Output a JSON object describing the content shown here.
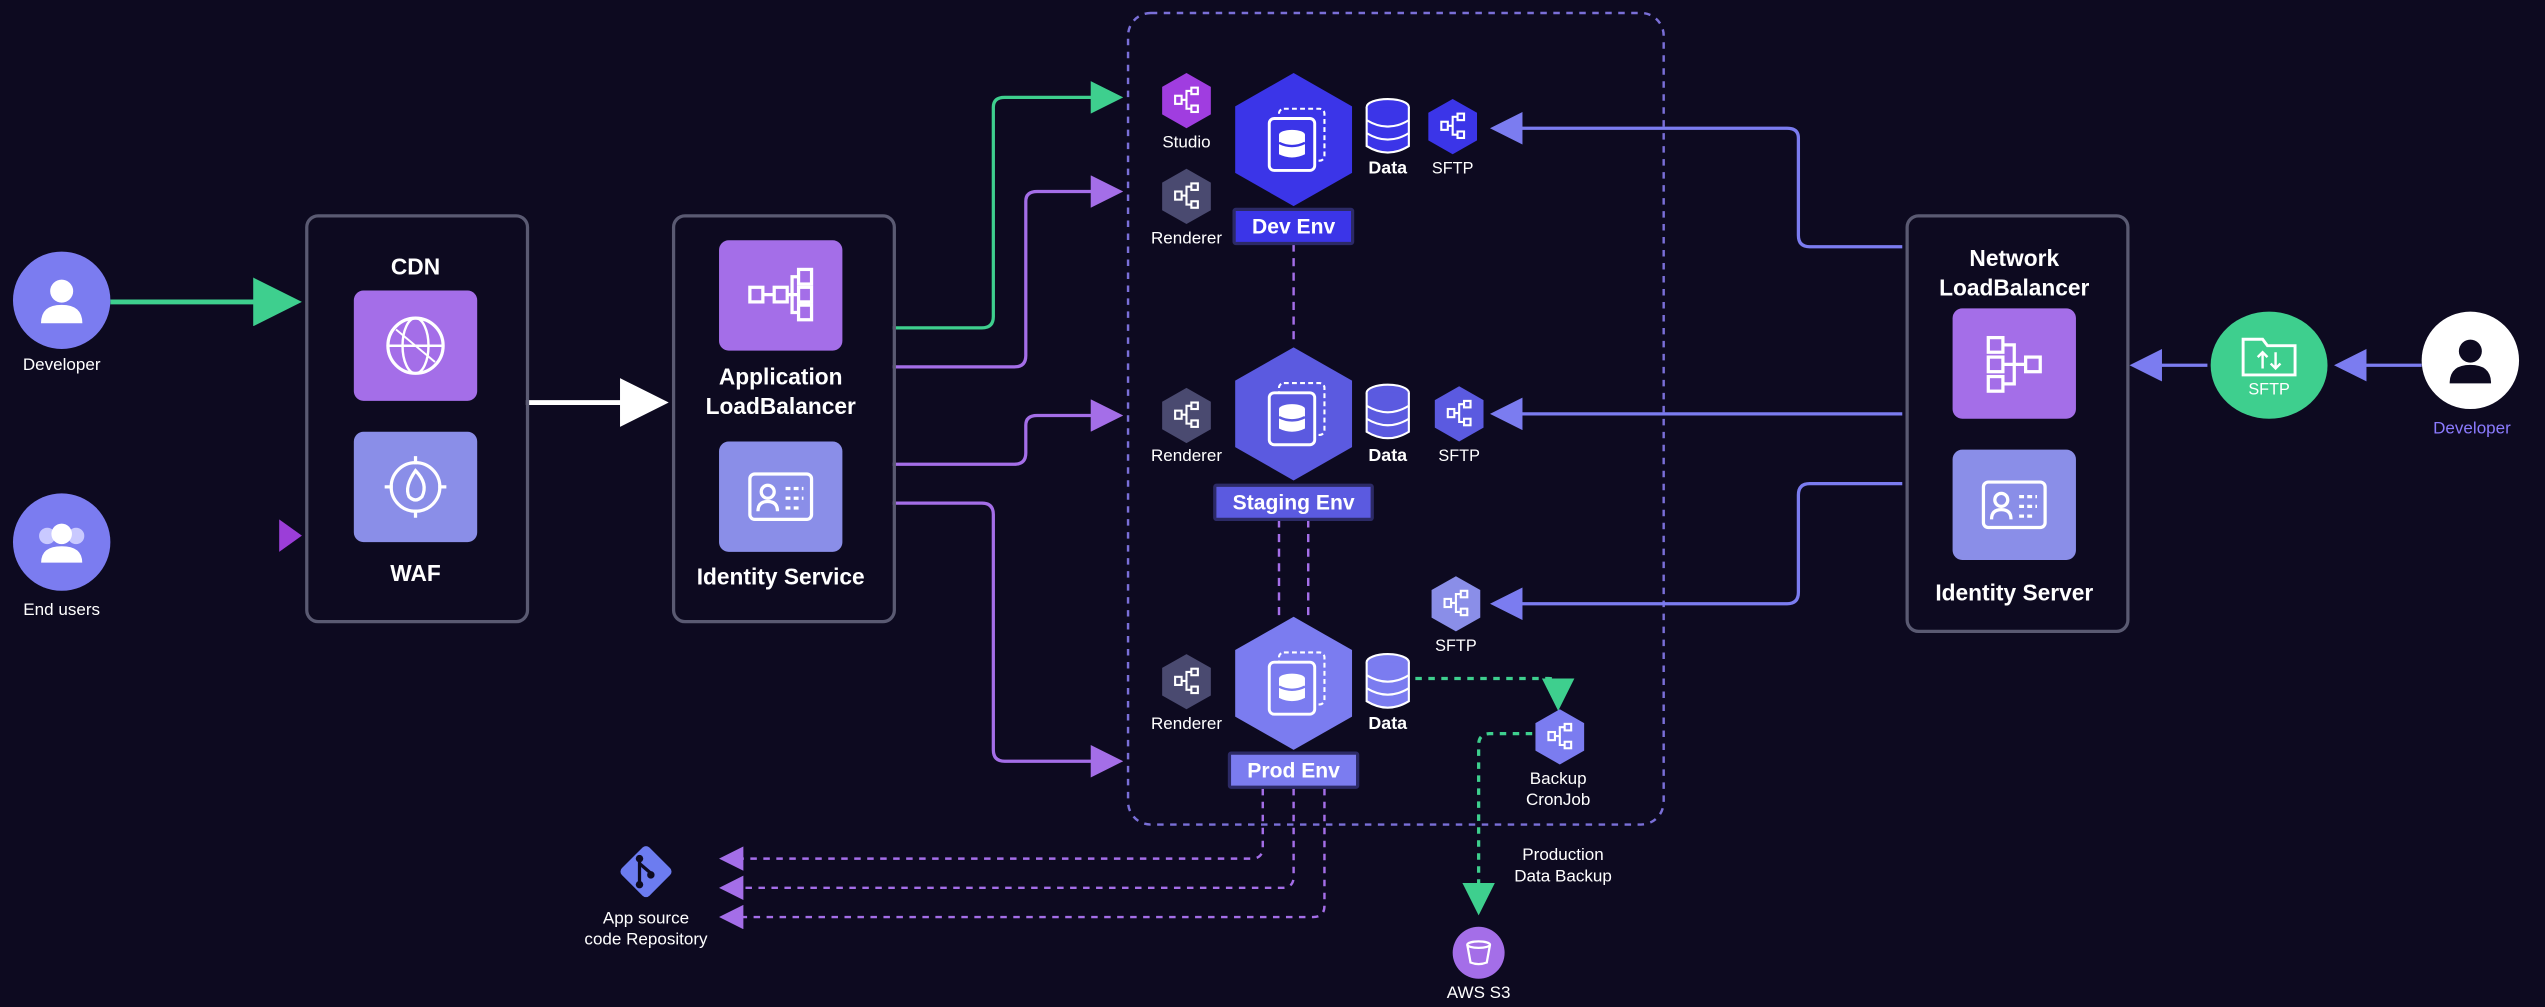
{
  "nodes": {
    "developer_left": "Developer",
    "end_users": "End users",
    "cdn": "CDN",
    "waf": "WAF",
    "app_lb": "Application\nLoadBalancer",
    "identity_service": "Identity Service",
    "network_lb": "Network\nLoadBalancer",
    "identity_server": "Identity Server",
    "sftp_gateway": "SFTP",
    "developer_right": "Developer",
    "app_repo": "App source\ncode Repository",
    "aws_s3": "AWS S3",
    "backup_cronjob": "Backup\nCronJob",
    "production_backup": "Production\nData Backup"
  },
  "environments": {
    "dev": {
      "tag": "Dev Env",
      "studio": "Studio",
      "renderer": "Renderer",
      "data": "Data",
      "sftp": "SFTP"
    },
    "staging": {
      "tag": "Staging Env",
      "renderer": "Renderer",
      "data": "Data",
      "sftp": "SFTP"
    },
    "prod": {
      "tag": "Prod Env",
      "renderer": "Renderer",
      "data": "Data",
      "sftp": "SFTP"
    }
  },
  "colors": {
    "background": "#0d0a20",
    "green": "#3ecf8e",
    "purple": "#a46ee8",
    "violet": "#7b7cf0",
    "hex_blue": "#3b35e8",
    "hex_indigo": "#5b5ae0",
    "hex_gray": "#4a4a70"
  },
  "icons": {
    "developer": "person-icon",
    "end_users": "users-icon",
    "cdn": "globe-icon",
    "waf": "firewall-icon",
    "load_balancer": "network-icon",
    "identity": "id-card-icon",
    "sftp": "folder-transfer-icon",
    "repo": "git-icon",
    "s3": "bucket-icon",
    "data": "database-icon"
  }
}
